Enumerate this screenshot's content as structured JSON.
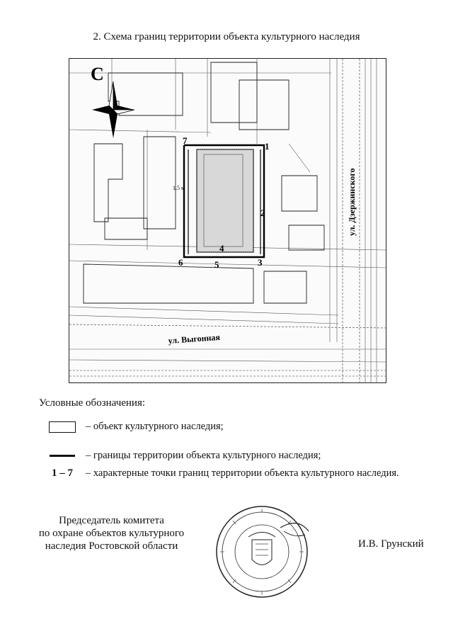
{
  "title": "2. Схема границ территории объекта культурного наследия",
  "map": {
    "north_label": "С",
    "street_east": "ул. Дзержинского",
    "street_south": "ул. Выгонная",
    "distance_label": "1.5 м",
    "point_labels": [
      "1",
      "2",
      "3",
      "4",
      "5",
      "6",
      "7"
    ]
  },
  "legend": {
    "title": "Условные обозначения:",
    "items": [
      {
        "symbol": "",
        "text": "– объект культурного наследия;"
      },
      {
        "symbol": "",
        "text": "– границы территории объекта культурного наследия;"
      },
      {
        "symbol": "1 – 7",
        "text": "– характерные точки границ территории объекта культурного наследия."
      }
    ]
  },
  "signature": {
    "position_lines": [
      "Председатель комитета",
      "по охране объектов культурного",
      "наследия Ростовской области"
    ],
    "name": "И.В. Грунский"
  },
  "colors": {
    "ink": "#111111",
    "paper": "#ffffff"
  }
}
